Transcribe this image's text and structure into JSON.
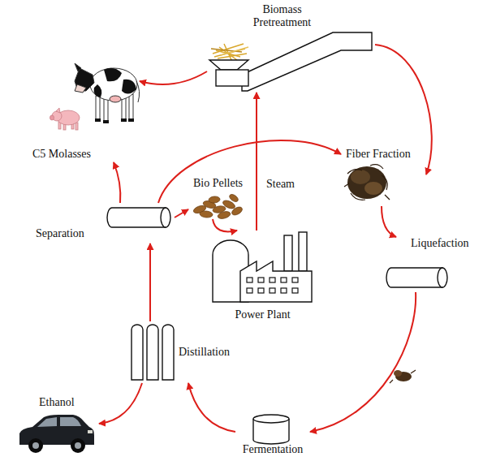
{
  "diagram": {
    "nodes": [
      {
        "text": [
          "Biomass Pretreatment"
        ]
      },
      {
        "text": [
          "Fiber Fraction"
        ]
      },
      {
        "text": [
          "Liquefaction"
        ]
      },
      {
        "text": [
          "Fermentation"
        ]
      },
      {
        "text": [
          "Distillation"
        ]
      },
      {
        "text": [
          "Ethanol"
        ]
      },
      {
        "text": [
          "Separation"
        ]
      },
      {
        "text": [
          "C5 Molasses"
        ]
      },
      {
        "text": [
          "Bio Pellets"
        ]
      },
      {
        "text": [
          "Power Plant"
        ]
      }
    ],
    "edges": [
      {
        "from": 0,
        "to": 1,
        "arrow": "to"
      },
      {
        "from": 0,
        "to": 7,
        "arrow": "to"
      },
      {
        "from": 1,
        "to": 2,
        "arrow": "to"
      },
      {
        "from": 2,
        "to": 3,
        "arrow": "to"
      },
      {
        "from": 3,
        "to": 4,
        "arrow": "to"
      },
      {
        "from": 4,
        "to": 5,
        "arrow": "to"
      },
      {
        "from": 4,
        "to": 6,
        "arrow": "to"
      },
      {
        "from": 6,
        "to": 7,
        "arrow": "to"
      },
      {
        "from": 6,
        "to": 8,
        "arrow": "to"
      },
      {
        "from": 8,
        "to": 9,
        "arrow": "to"
      },
      {
        "from": 9,
        "to": 0,
        "label": "Steam",
        "arrow": "to"
      },
      {
        "from": 6,
        "to": 1,
        "arrow": "to"
      }
    ]
  }
}
